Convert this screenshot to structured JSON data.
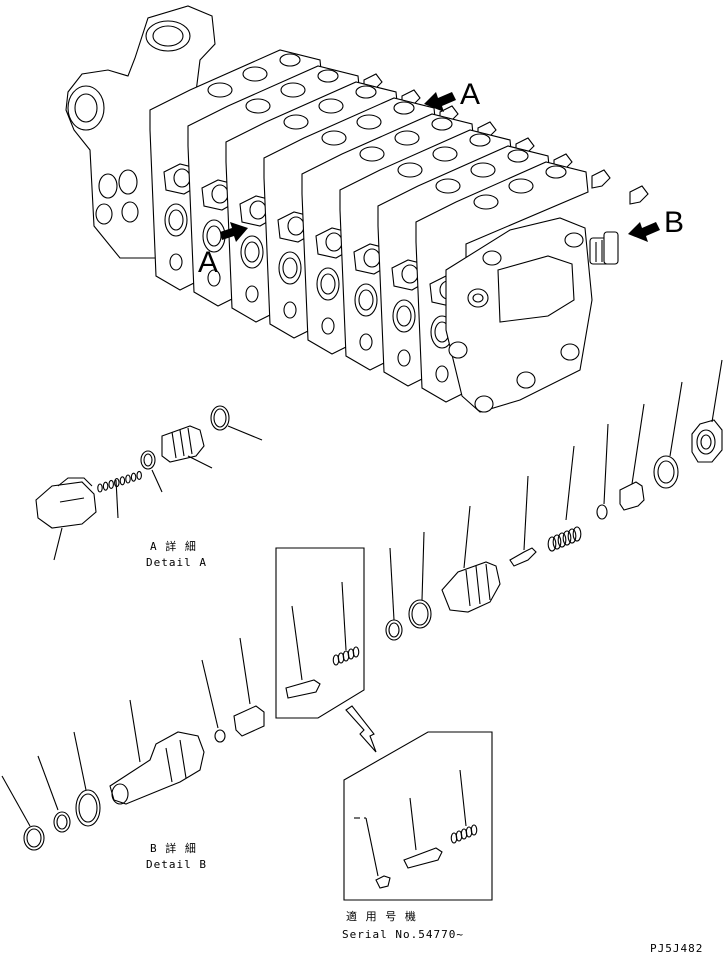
{
  "callouts": {
    "a_top": "A",
    "a_left": "A",
    "b_right": "B"
  },
  "detail_a": {
    "label_jp": "A 詳 細",
    "label_en": "Detail A"
  },
  "detail_b": {
    "label_jp": "B 詳 細",
    "label_en": "Detail B"
  },
  "serial": {
    "label_jp": "適 用 号 機",
    "label_en": "Serial No.54770~"
  },
  "drawing_code": "PJ5J482"
}
